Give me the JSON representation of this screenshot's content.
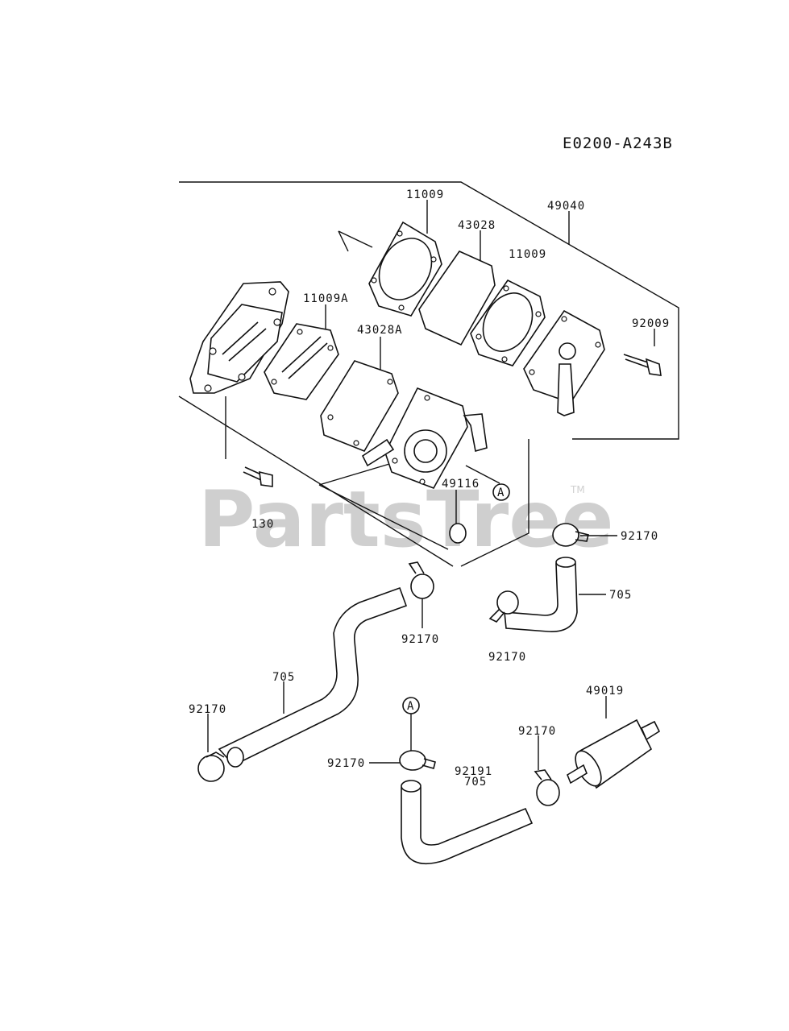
{
  "diagram_code": "E0200-A243B",
  "watermark": {
    "text": "PartsTree",
    "trademark": "TM"
  },
  "callouts": {
    "a_top": "A",
    "a_bottom": "A"
  },
  "parts": {
    "p11009_top": "11009",
    "p49040": "49040",
    "p43028": "43028",
    "p11009_mid": "11009",
    "p11009A": "11009A",
    "p43028A": "43028A",
    "p92009": "92009",
    "p49116": "49116",
    "p130": "130",
    "p92170_r1": "92170",
    "p705_r": "705",
    "p92170_c": "92170",
    "p92170_r2": "92170",
    "p705_l": "705",
    "p49019": "49019",
    "p92170_l": "92170",
    "p92170_rb": "92170",
    "p92170_bc": "92170",
    "p92191": "92191",
    "p705_b": "705"
  }
}
